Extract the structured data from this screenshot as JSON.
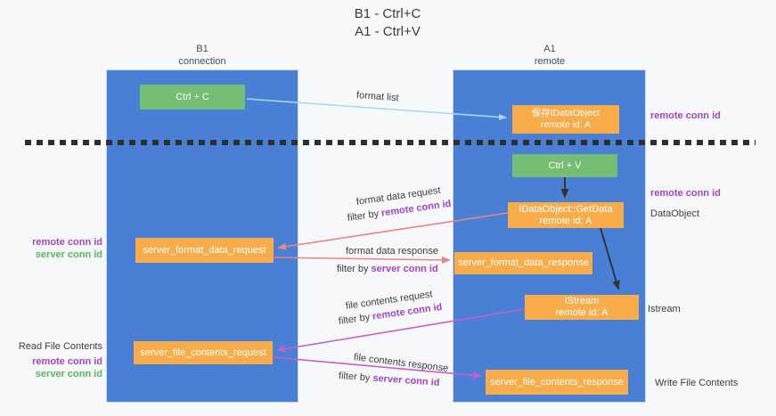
{
  "title": {
    "line1": "B1 - Ctrl+C",
    "line2": "A1 - Ctrl+V"
  },
  "lanes": {
    "b1": {
      "name": "B1",
      "role": "connection"
    },
    "a1": {
      "name": "A1",
      "role": "remote"
    }
  },
  "nodes": {
    "ctrl_c": "Ctrl + C",
    "ctrl_v": "Ctrl + V",
    "save_dataobject": {
      "line1": "保存IDataObject",
      "line2": "remote id: A"
    },
    "getdata": {
      "line1": "IDataObject::GetData",
      "line2": "remote id: A"
    },
    "istream": {
      "line1": "IStream",
      "line2": "remote id: A"
    },
    "server_format_data_request": "server_format_data_request",
    "server_format_data_response": "server_format_data_response",
    "server_file_contents_request": "server_file_contents_request",
    "server_file_contents_response": "server_file_contents_response"
  },
  "flow_labels": {
    "format_list": "format list",
    "format_data_request": {
      "text": "format data request",
      "filter_prefix": "filter by ",
      "filter_key": "remote conn id"
    },
    "format_data_response": {
      "text": "format data response",
      "filter_prefix": "filter by ",
      "filter_key": "server conn id"
    },
    "file_contents_request": {
      "text": "file contents request",
      "filter_prefix": "filter by ",
      "filter_key": "remote conn id"
    },
    "file_contents_response": {
      "text": "file contents response",
      "filter_prefix": "filter by ",
      "filter_key": "server conn id"
    }
  },
  "annotations": {
    "remote_conn_id_top": "remote conn id",
    "remote_conn_id_mid": "remote conn id",
    "dataobject": "DataObject",
    "istream": "Istream",
    "write_file_contents": "Write File Contents",
    "format_side": {
      "remote": "remote conn id",
      "server": "server conn id"
    },
    "file_side": {
      "title": "Read File Contents",
      "remote": "remote conn id",
      "server": "server conn id"
    }
  },
  "colors": {
    "lane_blue": "#4a7fd6",
    "node_green": "#76bd74",
    "node_orange": "#f8ad4a",
    "arrow_light_blue": "#a8d7f2",
    "arrow_red": "#e88484",
    "arrow_magenta": "#c75fc7",
    "text_purple": "#a344c9",
    "text_green": "#55b85c"
  }
}
